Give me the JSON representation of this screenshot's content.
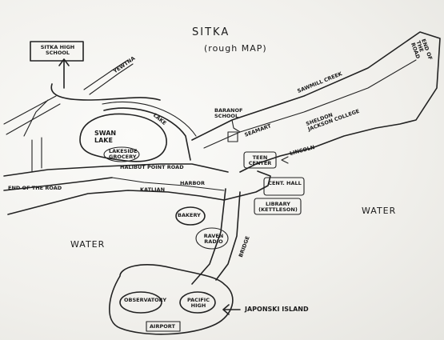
{
  "title": "SITKA",
  "subtitle": "(rough MAP)",
  "places": {
    "high_school": "SITKA HIGH SCHOOL",
    "swan_lake": "SWAN LAKE",
    "lakeside": "LAKESIDE GROCERY",
    "baranof": "BARANOF SCHOOL",
    "seamart": "SEAMART",
    "sheldon_jackson": "SHELDON JACKSON COLLEGE",
    "teen_center": "TEEN CENTER",
    "library": "LIBRARY (KETTLESON)",
    "centennial": "CENT. HALL",
    "raven": "RAVEN RADIO",
    "bakery": "BAKERY",
    "observatory": "OBSERVATORY",
    "pacific_high": "PACIFIC HIGH",
    "airport": "AIRPORT"
  },
  "roads": {
    "yewtna": "YEWTNA",
    "halibut": "HALIBUT POINT ROAD",
    "lake": "LAKE",
    "sawmill": "SAWMILL CREEK",
    "lincoln": "LINCOLN",
    "katlian": "KATLIAN",
    "harbor": "HARBOR",
    "bridge": "BRIDGE",
    "end_left": "END OF THE ROAD",
    "end_right": "END OF THE ROAD"
  },
  "areas": {
    "water_left": "WATER",
    "water_right": "WATER",
    "japonski": "JAPONSKI ISLAND"
  }
}
